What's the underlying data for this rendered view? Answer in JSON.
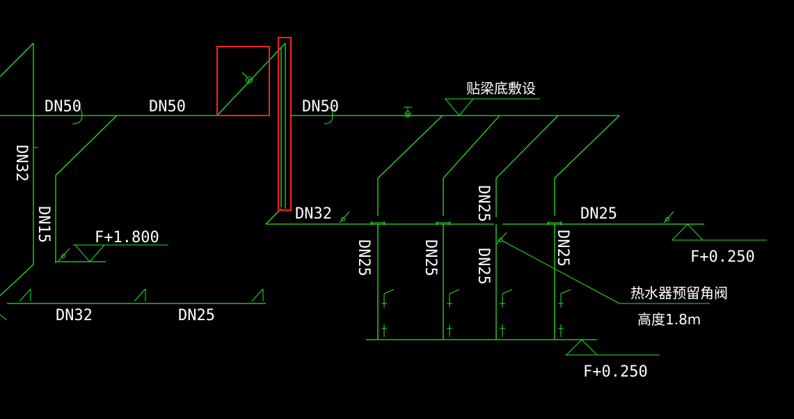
{
  "labels": {
    "dn50_left": "DN50",
    "dn50_mid": "DN50",
    "dn50_right": "DN50",
    "dn32_vertical": "DN32",
    "dn15_vertical": "DN15",
    "f_1800": "F+1.800",
    "dn32_bottom": "DN32",
    "dn25_bottom": "DN25",
    "dn32_branch": "DN32",
    "dn25_riser_a": "DN25",
    "dn25_riser_b": "DN25",
    "dn25_riser_c_top": "DN25",
    "dn25_riser_c_bottom": "DN25",
    "dn25_riser_d": "DN25",
    "dn25_branch_right": "DN25",
    "f_0250_right": "F+0.250",
    "f_0250_bottom": "F+0.250",
    "beam_note": "贴梁底敷设",
    "heater_valve_note": "热水器预留角阀",
    "heater_height_note": "高度1.8m"
  },
  "colors": {
    "background": "#000000",
    "pipe": "#27e527",
    "highlight": "#ff2020",
    "text": "#ffffff"
  }
}
